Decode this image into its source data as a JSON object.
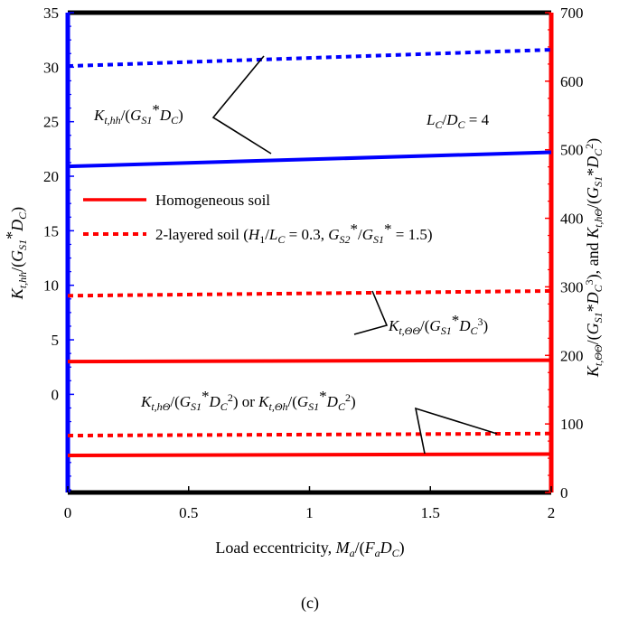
{
  "chart_data": {
    "type": "line",
    "x": [
      0,
      2
    ],
    "xlim": [
      0,
      2
    ],
    "x_ticks": [
      "0",
      "0.5",
      "1",
      "1.5",
      "2"
    ],
    "xlabel": "Load eccentricity, M_a/(F_a D_C)",
    "left_axis": {
      "ylim": [
        -9,
        35
      ],
      "ticks": [
        "0",
        "5",
        "10",
        "15",
        "20",
        "25",
        "30",
        "35"
      ],
      "tick_values": [
        0,
        5,
        10,
        15,
        20,
        25,
        30,
        35
      ],
      "ylabel": "K_t,hh/(G_S1*D_C)",
      "color": "#0000ff"
    },
    "right_axis": {
      "ylim": [
        0,
        700
      ],
      "ticks": [
        "0",
        "100",
        "200",
        "300",
        "400",
        "500",
        "600",
        "700"
      ],
      "tick_values": [
        0,
        100,
        200,
        300,
        400,
        500,
        600,
        700
      ],
      "ylabel": "K_t,ΘΘ/(G_S1*D_C^3), and K_t,hΘ/(G_S1*D_C^2)",
      "color": "#ff0000"
    },
    "series": [
      {
        "name": "Homogeneous soil",
        "group": "K_t,hh",
        "axis": "left",
        "style": "solid",
        "color": "#0000ff",
        "y": [
          20.9,
          22.2
        ]
      },
      {
        "name": "2-layered soil",
        "group": "K_t,hh",
        "axis": "left",
        "style": "dotted",
        "color": "#0000ff",
        "y": [
          30.1,
          31.6
        ]
      },
      {
        "name": "Homogeneous soil",
        "group": "K_t,ΘΘ",
        "axis": "right",
        "style": "solid",
        "color": "#ff0000",
        "y": [
          191,
          193
        ]
      },
      {
        "name": "2-layered soil",
        "group": "K_t,ΘΘ",
        "axis": "right",
        "style": "dotted",
        "color": "#ff0000",
        "y": [
          287,
          294
        ]
      },
      {
        "name": "Homogeneous soil",
        "group": "K_t,hΘ",
        "axis": "right",
        "style": "solid",
        "color": "#ff0000",
        "y": [
          54,
          56
        ]
      },
      {
        "name": "2-layered soil",
        "group": "K_t,hΘ",
        "axis": "right",
        "style": "dotted",
        "color": "#ff0000",
        "y": [
          83,
          86
        ]
      }
    ],
    "legend": {
      "placement": "left-middle",
      "items": [
        {
          "label": "Homogeneous soil",
          "style": "solid",
          "color": "#ff0000"
        },
        {
          "label": "2-layered soil (H1/LC = 0.3, GS2*/GS1* = 1.5)",
          "style": "dotted",
          "color": "#ff0000"
        }
      ]
    },
    "annotations": {
      "ratio": "LC/DC = 4",
      "hh_label": "K_t,hh/(G_S1*D_C)",
      "thth_label": "K_t,ΘΘ/(G_S1*D_C^3)",
      "hth_label": "K_t,hΘ/(G_S1*D_C^2) or K_t,Θh/(G_S1*D_C^2)"
    },
    "caption": "(c)",
    "grid": false
  }
}
